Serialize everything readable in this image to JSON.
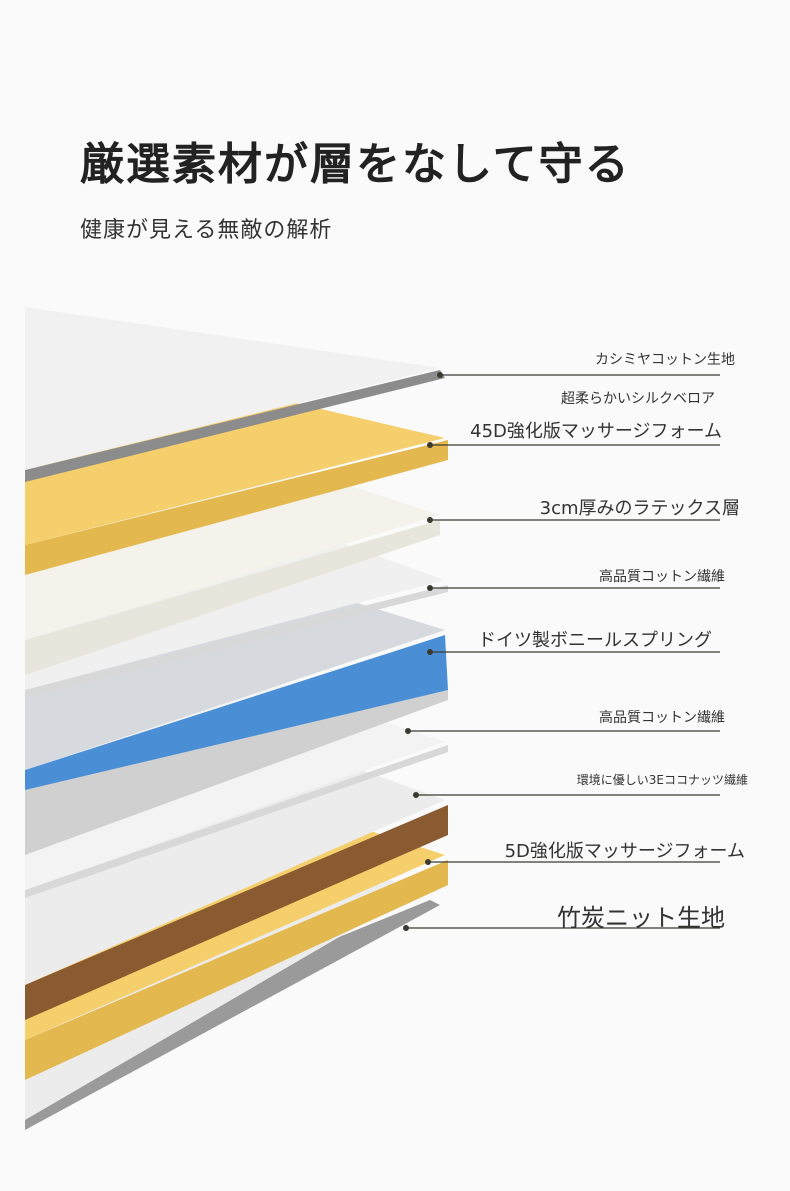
{
  "header": {
    "title": "厳選素材が層をなして守る",
    "subtitle": "健康が見える無敵の解析"
  },
  "layers": [
    {
      "label": "カシミヤコットン生地",
      "color": "#f1f1f1"
    },
    {
      "label": "超柔らかいシルクベロア",
      "color": "#f1f1f1"
    },
    {
      "label": "45D強化版マッサージフォーム",
      "color": "#f5cf6c"
    },
    {
      "label": "3cm厚みのラテックス層",
      "color": "#f4f2ea"
    },
    {
      "label": "高品質コットン繊維",
      "color": "#eeeeee"
    },
    {
      "label": "ドイツ製ボニールスプリング",
      "color": "#4a8fd6"
    },
    {
      "label": "高品質コットン繊維",
      "color": "#eeeeee"
    },
    {
      "label": "環境に優しい3Eココナッツ繊維",
      "color": "#9a6a3c"
    },
    {
      "label": "5D強化版マッサージフォーム",
      "color": "#f5cf6c"
    },
    {
      "label": "竹炭ニット生地",
      "color": "#e6e6e6"
    }
  ]
}
